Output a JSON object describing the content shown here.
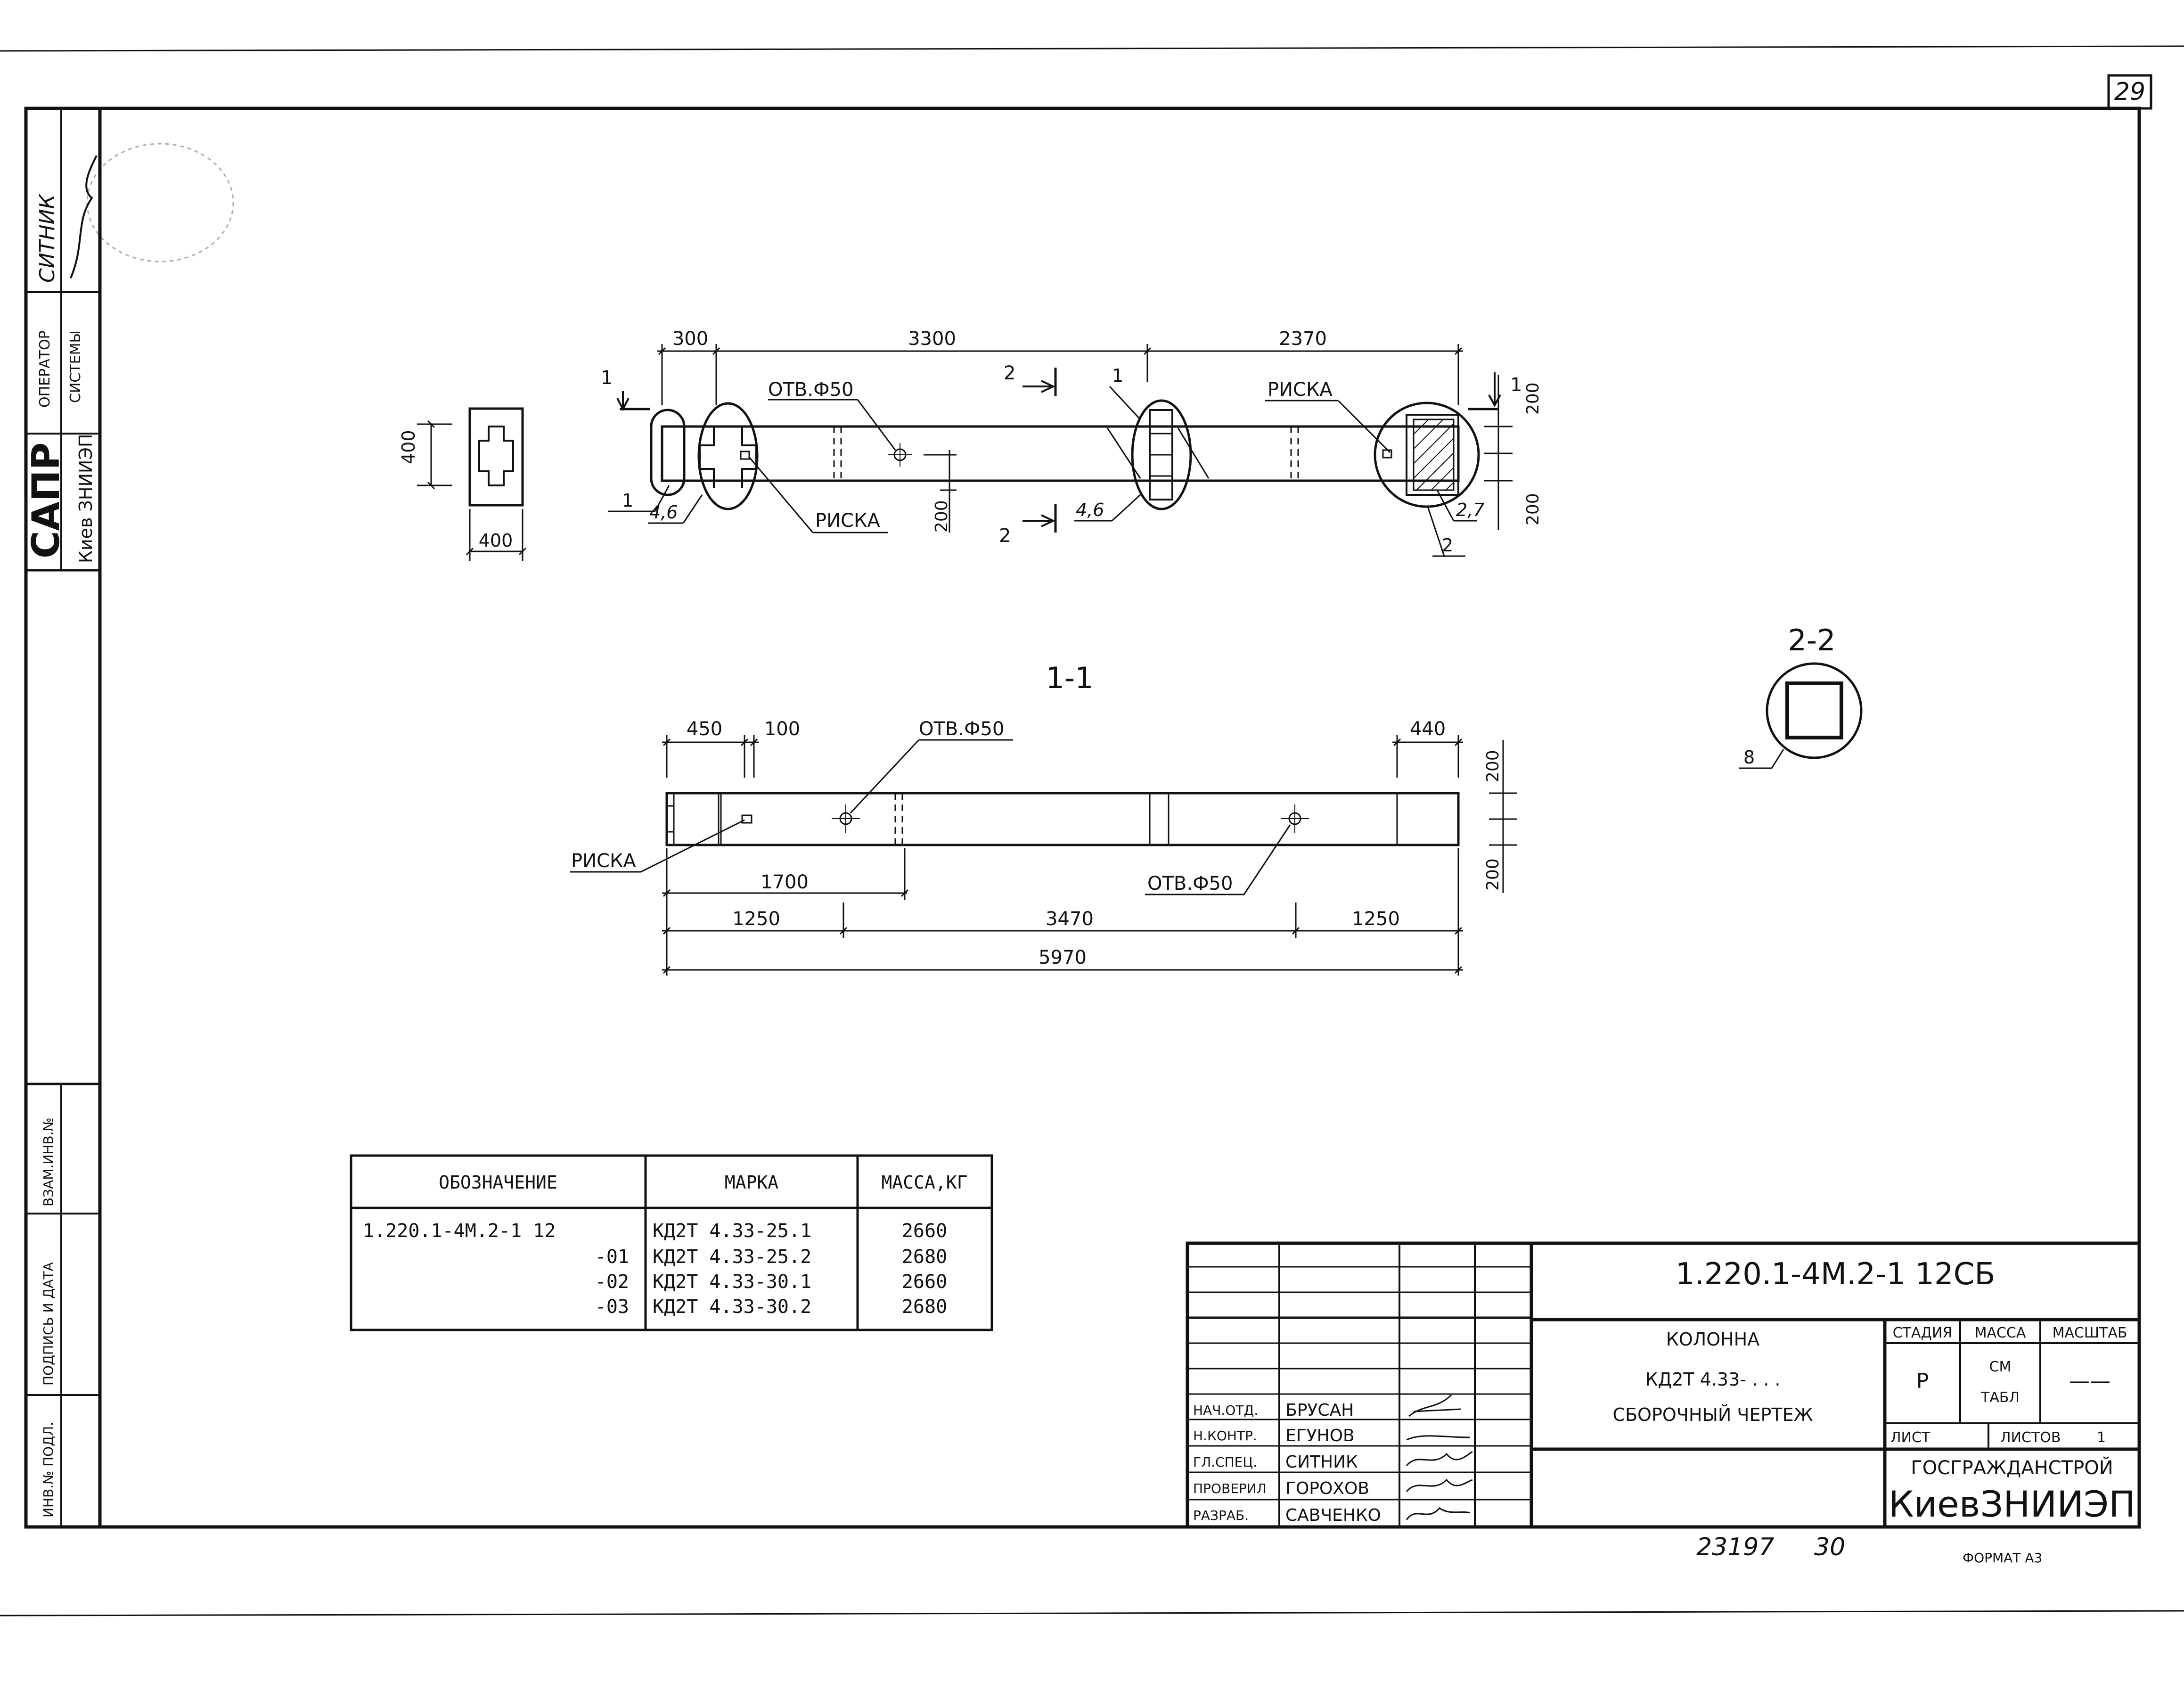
{
  "sheet": {
    "page_number": "29",
    "format_label": "ФОРМАТ А3"
  },
  "left_strip": {
    "signature_name": "СИТНИК",
    "operator_label_1": "ОПЕРАТОР",
    "operator_label_2": "СИСТЕМЫ",
    "sapr": "САПР",
    "sapr_org": "Киев ЗНИИЭП",
    "vzam_inv": "ВЗАМ.ИНВ.№",
    "podpis_data": "ПОДПИСЬ И ДАТА",
    "inv_podl": "ИНВ.№ ПОДЛ."
  },
  "plan_view": {
    "dim_300": "300",
    "dim_3300": "3300",
    "dim_2370": "2370",
    "dim_400_h": "400",
    "dim_400_w": "400",
    "dim_200_top": "200",
    "dim_200_bottom": "200",
    "dim_200_mid": "200",
    "label_otv": "ОТВ.Ф50",
    "label_riska_1": "РИСКА",
    "label_riska_2": "РИСКА",
    "section_1": "1",
    "section_2": "2",
    "pos_1a": "1",
    "pos_1b": "1",
    "pos_2": "2",
    "pos_46a": "4,6",
    "pos_46b": "4,6",
    "pos_27": "2,7"
  },
  "section_1_1": {
    "title": "1-1",
    "dim_450": "450",
    "dim_100": "100",
    "dim_440": "440",
    "dim_1700": "1700",
    "dim_1250_l": "1250",
    "dim_3470": "3470",
    "dim_1250_r": "1250",
    "dim_5970": "5970",
    "dim_200_top": "200",
    "dim_200_bottom": "200",
    "label_otv_1": "ОТВ.Ф50",
    "label_otv_2": "ОТВ.Ф50",
    "label_riska": "РИСКА"
  },
  "section_2_2": {
    "title": "2-2",
    "pos_8": "8"
  },
  "spec_table": {
    "headers": [
      "ОБОЗНАЧЕНИЕ",
      "МАРКА",
      "МАССА,КГ"
    ],
    "rows": [
      {
        "designation": "1.220.1-4М.2-1 12",
        "mark": "КД2Т 4.33-25.1",
        "mass": "2660"
      },
      {
        "designation": "-01",
        "mark": "КД2Т 4.33-25.2",
        "mass": "2680"
      },
      {
        "designation": "-02",
        "mark": "КД2Т 4.33-30.1",
        "mass": "2660"
      },
      {
        "designation": "-03",
        "mark": "КД2Т 4.33-30.2",
        "mass": "2680"
      }
    ]
  },
  "title_block": {
    "doc_code": "1.220.1-4М.2-1  12СБ",
    "name_1": "КОЛОННА",
    "name_2": "КД2Т 4.33- . . .",
    "name_3": "СБОРОЧНЫЙ ЧЕРТЕЖ",
    "stage_label": "СТАДИЯ",
    "mass_label": "МАССА",
    "scale_label": "МАСШТАБ",
    "stage_value": "Р",
    "mass_value_1": "СМ",
    "mass_value_2": "ТАБЛ",
    "scale_value": "——",
    "sheet_label": "ЛИСТ",
    "sheets_label": "ЛИСТОВ",
    "sheets_value": "1",
    "org_1": "ГОСГРАЖДАНСТРОЙ",
    "org_2": "КиевЗНИИЭП",
    "signers": [
      {
        "role": "НАЧ.ОТД.",
        "name": "БРУСАН"
      },
      {
        "role": "Н.КОНТР.",
        "name": "ЕГУНОВ"
      },
      {
        "role": "ГЛ.СПЕЦ.",
        "name": "СИТНИК"
      },
      {
        "role": "ПРОВЕРИЛ",
        "name": "ГОРОХОВ"
      },
      {
        "role": "РАЗРАБ.",
        "name": "САВЧЕНКО"
      }
    ],
    "archive_no": "23197",
    "archive_no_2": "30"
  }
}
